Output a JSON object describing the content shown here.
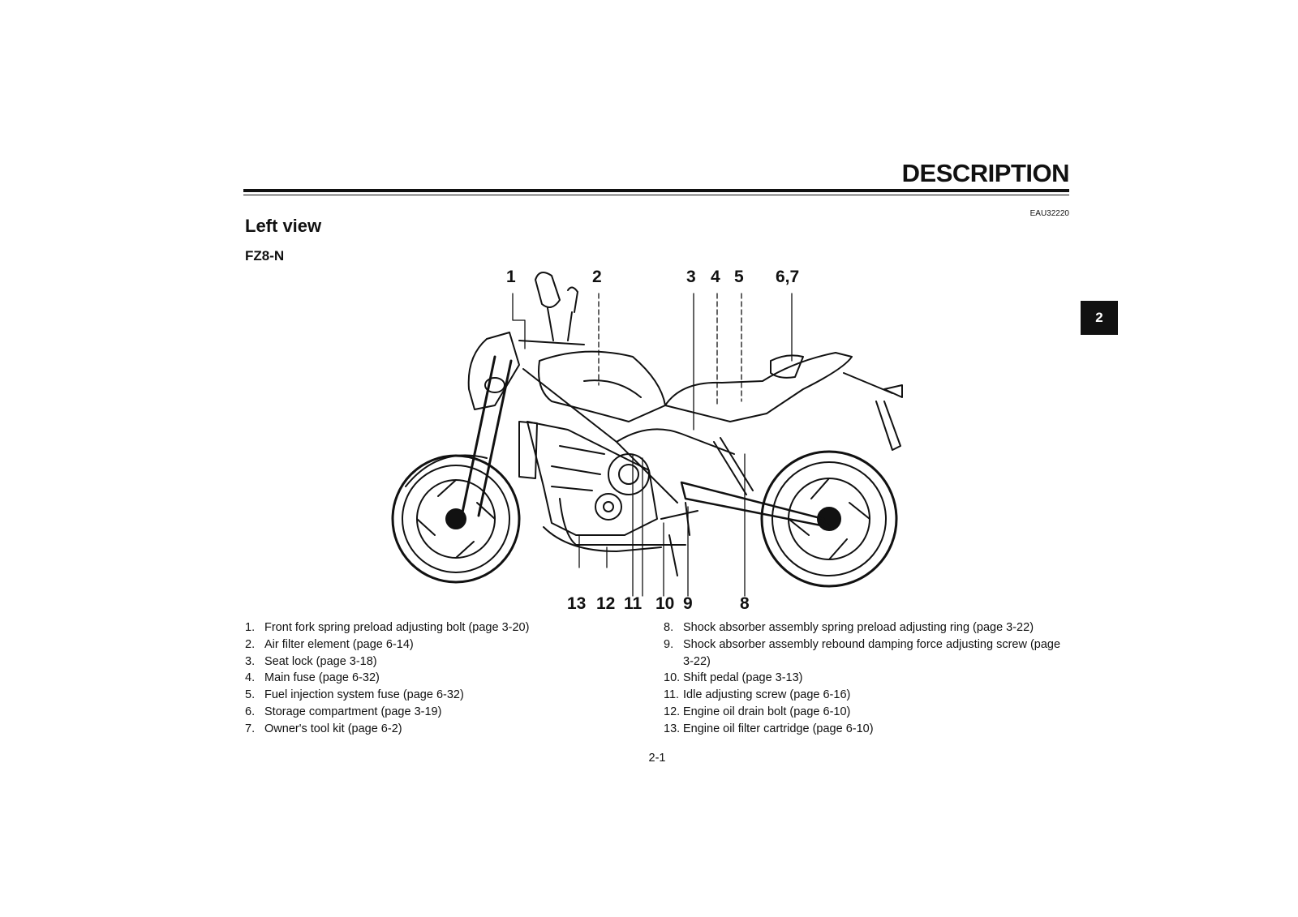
{
  "header": {
    "title": "DESCRIPTION",
    "code": "EAU32220"
  },
  "section": {
    "title": "Left view",
    "model": "FZ8-N"
  },
  "chapter_tab": "2",
  "callouts": {
    "top": [
      "1",
      "2",
      "3",
      "4",
      "5",
      "6,7"
    ],
    "bottom": [
      "13",
      "12",
      "11",
      "10",
      "9",
      "8"
    ]
  },
  "legend_left": [
    {
      "num": "1.",
      "text": "Front fork spring preload adjusting bolt (page 3-20)"
    },
    {
      "num": "2.",
      "text": "Air filter element (page 6-14)"
    },
    {
      "num": "3.",
      "text": "Seat lock (page 3-18)"
    },
    {
      "num": "4.",
      "text": "Main fuse (page 6-32)"
    },
    {
      "num": "5.",
      "text": "Fuel injection system fuse (page 6-32)"
    },
    {
      "num": "6.",
      "text": "Storage compartment (page 3-19)"
    },
    {
      "num": "7.",
      "text": "Owner's tool kit (page 6-2)"
    }
  ],
  "legend_right": [
    {
      "num": "8.",
      "text": "Shock absorber assembly spring preload adjusting ring (page 3-22)"
    },
    {
      "num": "9.",
      "text": "Shock absorber assembly rebound damping force adjusting screw (page 3-22)"
    },
    {
      "num": "10.",
      "text": "Shift pedal (page 3-13)"
    },
    {
      "num": "11.",
      "text": "Idle adjusting screw (page 6-16)"
    },
    {
      "num": "12.",
      "text": "Engine oil drain bolt (page 6-10)"
    },
    {
      "num": "13.",
      "text": "Engine oil filter cartridge (page 6-10)"
    }
  ],
  "footer": {
    "page": "2-1"
  }
}
